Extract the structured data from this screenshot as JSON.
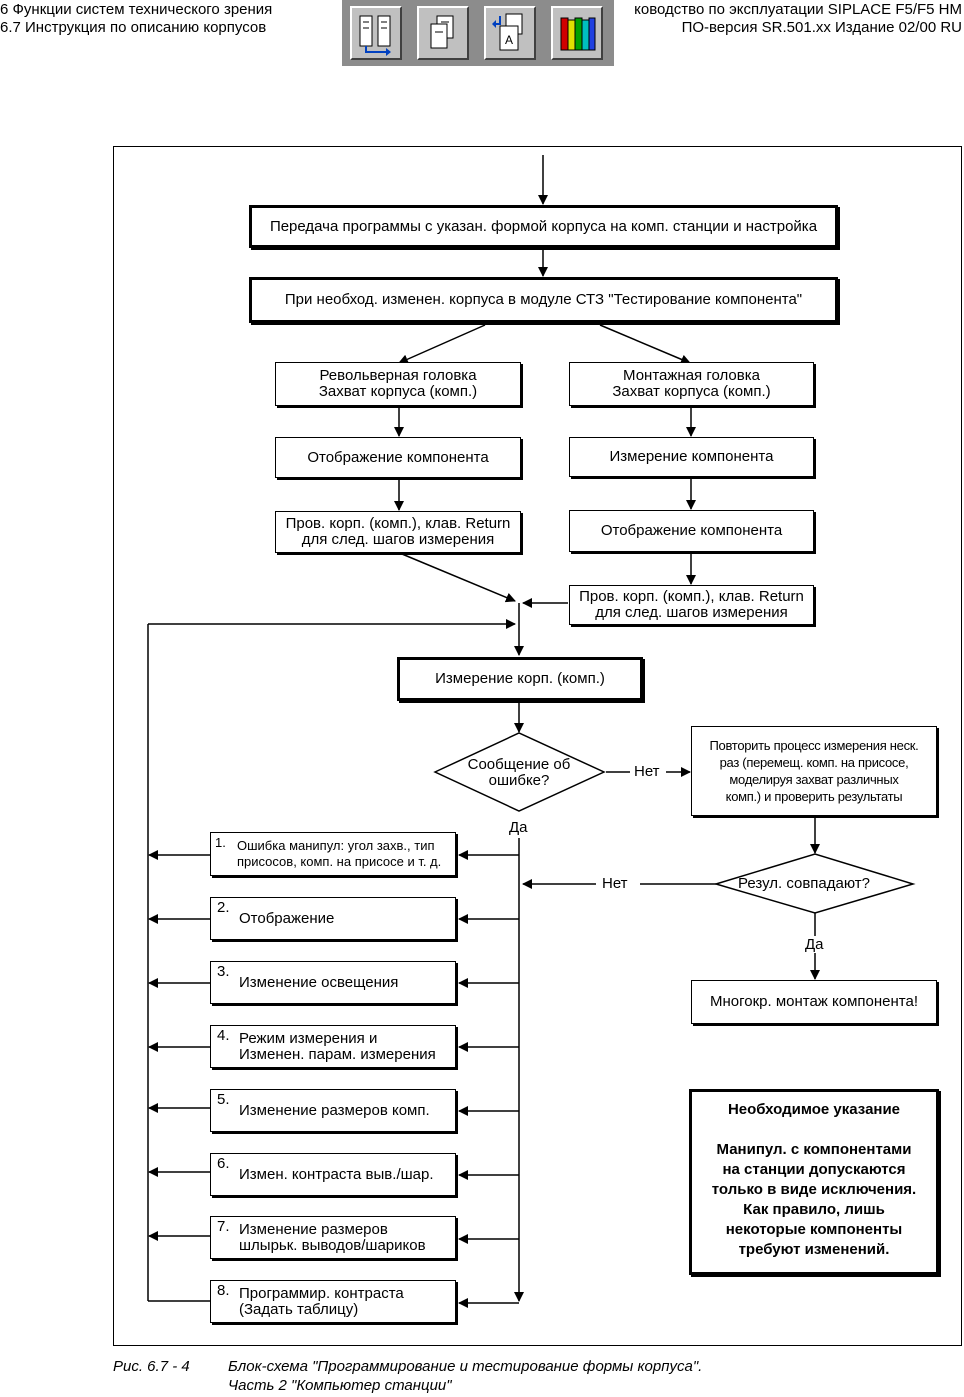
{
  "header": {
    "left_line1": "6 Функции систем технического зрения",
    "left_line2": "6.7 Инструкция по описанию корпусов",
    "right_line1": "ководство по эксплуатации SIPLACE F5/F5 HM",
    "right_line2": "ПО-версия SR.501.xx   Издание 02/00 RU"
  },
  "toolbar": {
    "icons": [
      "chapter-tree-icon",
      "page-copy-icon",
      "page-back-icon",
      "books-icon"
    ]
  },
  "flow": {
    "transfer": "Передача программы с указан. формой корпуса на комп. станции и настройка",
    "change": "При необход. изменен. корпуса в модуле СТЗ \"Тестирование компонента\"",
    "revolver": "Револьверная головка\nЗахват корпуса (комп.)",
    "mount": "Монтажная головка\nЗахват корпуса (комп.)",
    "display_left": "Отображение компонента",
    "measure_right": "Измерение компонента",
    "check_left": "Пров. корп. (комп.), клав. Return\nдля след. шагов измерения",
    "display_right": "Отображение компонента",
    "check_right": "Пров. корп. (комп.), клав. Return\nдля след. шагов измерения",
    "measure": "Измерение корп. (комп.)",
    "error_q": "Сообщение об\nошибке?",
    "no1": "Нет",
    "yes1": "Да",
    "repeat": "Повторить процесс измерения неск.\nраз (перемещ. комп. на присосе,\nмоделируя захват различных\nкомп.) и проверить результаты",
    "match_q": "Резул. совпадают?",
    "no2": "Нет",
    "yes2": "Да",
    "multi": "Многокр. монтаж компонента!",
    "steps": [
      {
        "num": "1.",
        "text": "Ошибка манипул: угол захв., тип\nприсосов, комп. на присосе и т. д."
      },
      {
        "num": "2.",
        "text": "Отображение"
      },
      {
        "num": "3.",
        "text": "Изменение освещения"
      },
      {
        "num": "4.",
        "text": "Режим измерения и\nИзменен. парам. измерения"
      },
      {
        "num": "5.",
        "text": "Изменение размеров комп."
      },
      {
        "num": "6.",
        "text": "Измен. контраста выв./шар."
      },
      {
        "num": "7.",
        "text": "Изменение размеров\nшлырьк. выводов/шариков"
      },
      {
        "num": "8.",
        "text": "Программир. контраста\n(Задать таблицу)"
      }
    ]
  },
  "note": {
    "title": "Необходимое указание",
    "body": "Манипул. с компонентами\nна станции допускаются\nтолько в виде исключения.\nКак правило, лишь\nнекоторые компоненты\nтребуют изменений."
  },
  "caption": {
    "label": "Рис. 6.7 - 4",
    "line1": "Блок-схема \"Программирование и тестирование формы корпуса\".",
    "line2": "Часть 2 \"Компьютер станции\""
  }
}
